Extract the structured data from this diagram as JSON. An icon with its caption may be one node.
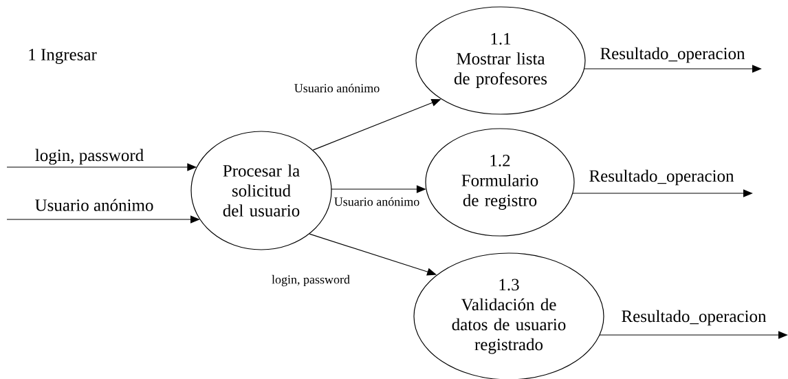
{
  "diagram": {
    "nodes": [
      {
        "text": [
          "Procesar la solicitud del usuario"
        ]
      },
      {
        "text": [
          "1.1",
          "Mostrar lista de profesores"
        ]
      },
      {
        "text": [
          "1.2",
          "Formulario de registro"
        ]
      },
      {
        "text": [
          "1.3",
          "Validación de datos de usuario registrado"
        ]
      }
    ],
    "edges": [
      {
        "from": null,
        "to": 0,
        "arrow": "to",
        "label": "login, password"
      },
      {
        "from": null,
        "to": 0,
        "arrow": "to",
        "label": "Usuario anónimo"
      },
      {
        "from": 0,
        "to": 1,
        "arrow": "to",
        "label": "Usuario anónimo"
      },
      {
        "from": 0,
        "to": 2,
        "arrow": "to",
        "label": "Usuario anónimo"
      },
      {
        "from": 0,
        "to": 3,
        "arrow": "to",
        "label": "login, password"
      },
      {
        "from": 1,
        "to": null,
        "arrow": "to",
        "label": "Resultado_operacion"
      },
      {
        "from": 2,
        "to": null,
        "arrow": "to",
        "label": "Resultado_operacion"
      },
      {
        "from": 3,
        "to": null,
        "arrow": "to",
        "label": "Resultado_operacion"
      }
    ],
    "labels": [
      "1 Ingresar"
    ]
  }
}
